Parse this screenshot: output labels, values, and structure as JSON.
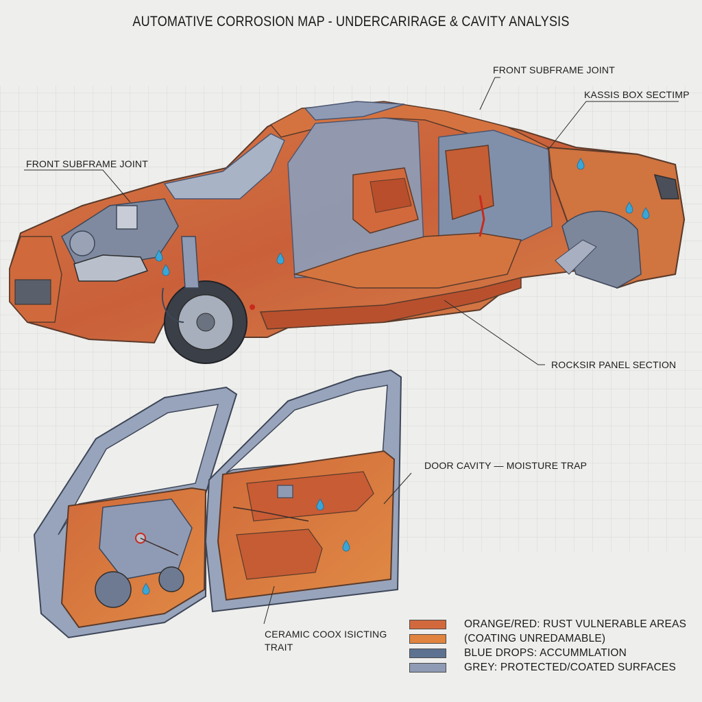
{
  "title": "AUTOMATIVE CORROSION MAP - UNDERCARIRAGE & CAVITY ANALYSIS",
  "callouts": {
    "front_subframe_top": "FRONT SUBFRAME JOINT",
    "chassis_box": "KASSIS BOX SECTIMP",
    "front_subframe_left": "FRONT SUBFRAME JOINT",
    "rocker_panel": "ROCKSIR PANEL SECTION",
    "door_cavity": "DOOR CAVITY — MOISTURE TRAP",
    "ceramic_line1": "CERAMIC COOX ISICTING",
    "ceramic_line2": "TRAIT"
  },
  "legend": [
    {
      "label": "ORANGE/RED: RUST VULNERABLE AREAS",
      "color": "#d2693c"
    },
    {
      "label": "(COATING UNREDAMABLE)",
      "color": "#e0843f"
    },
    {
      "label": "BLUE DROPS:  ACCUMMLATION",
      "color": "#5d7290"
    },
    {
      "label": "GREY: PROTECTED/COATED SURFACES",
      "color": "#8f9bb4"
    }
  ],
  "colors": {
    "rust": "#d2693c",
    "rust_dark": "#b44a2a",
    "coated_grey": "#8f9bb4",
    "drop_blue": "#3aa6d8"
  }
}
